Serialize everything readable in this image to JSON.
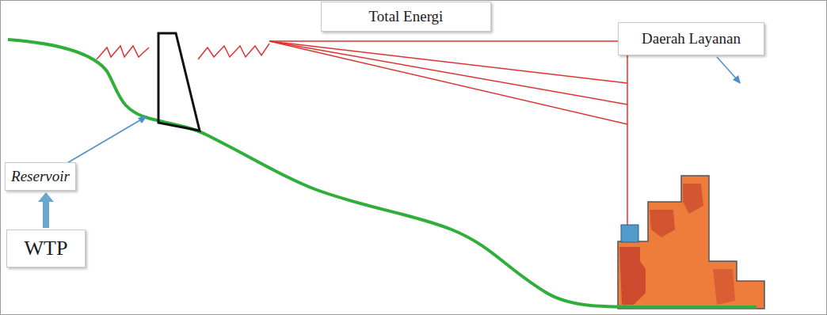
{
  "diagram": {
    "nodes": [
      {
        "text": [
          "Total Energi"
        ]
      },
      {
        "text": [
          "Reservoir"
        ]
      },
      {
        "text": [
          "WTP"
        ]
      },
      {
        "text": [
          "Daerah Layanan"
        ]
      }
    ],
    "edges": [
      {
        "from": 2,
        "to": 1,
        "arrow": "to"
      }
    ]
  }
}
